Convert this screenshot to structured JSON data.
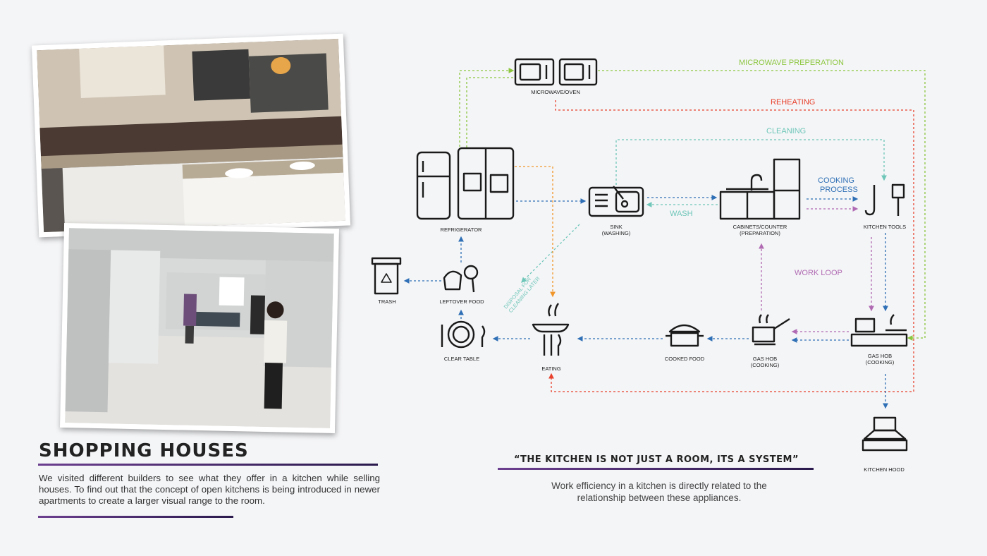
{
  "heading": "SHOPPING HOUSES",
  "description": "We visited different builders to see what they offer in a kitchen while selling houses. To find out that the concept of open kitchens is being introduced in newer apartments to create a larger visual range to the room.",
  "quote": "“THE KITCHEN IS NOT JUST A ROOM, ITS A SYSTEM”",
  "subtext_lines": [
    "Work efficiency in a kitchen is directly related to the",
    "relationship between these appliances."
  ],
  "nodes": {
    "microwave": "MICROWAVE/OVEN",
    "refrigerator": "REFRIGERATOR",
    "sink": [
      "SINK",
      "(WASHING)"
    ],
    "cabinets": [
      "CABINETS/COUNTER",
      "(PREPARATION)"
    ],
    "kitchen_tools": "KITCHEN TOOLS",
    "trash": "TRASH",
    "leftover": "LEFTOVER FOOD",
    "clear_table": "CLEAR TABLE",
    "eating": "EATING",
    "cooked_food": "COOKED FOOD",
    "gas_hob_1": [
      "GAS HOB",
      "(COOKING)"
    ],
    "gas_hob_2": [
      "GAS HOB",
      "(COOKING)"
    ],
    "kitchen_hood": "KITCHEN HOOD"
  },
  "flows": {
    "microwave_prep": "MICROWAVE PREPERATION",
    "reheating": "REHEATING",
    "cleaning": "CLEANING",
    "wash": "WASH",
    "cooking_process": [
      "COOKING",
      "PROCESS"
    ],
    "work_loop": "WORK LOOP",
    "disposal": [
      "DISPOSAL FOR",
      "CLEANING LATER"
    ]
  },
  "colors": {
    "green": "#8cc63f",
    "red": "#e8412c",
    "teal": "#6ec6b8",
    "blue": "#2e6fb5",
    "purple": "#b06ab3",
    "orange": "#f0962a"
  }
}
